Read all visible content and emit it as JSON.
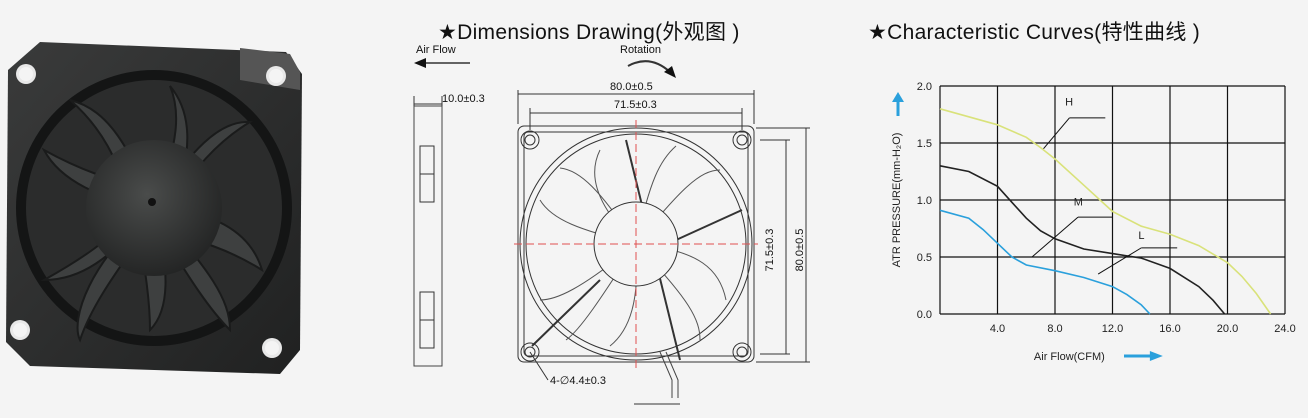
{
  "photo": {
    "alt_icon": "fan-photo"
  },
  "dimensions": {
    "heading": "★Dimensions Drawing(外观图 )",
    "air_flow_label": "Air Flow",
    "rotation_label": "Rotation",
    "thickness": "10.0±0.3",
    "outer_width": "80.0±0.5",
    "hole_spacing_width": "71.5±0.3",
    "hole_spacing_height": "71.5±0.3",
    "outer_height": "80.0±0.5",
    "hole_note": "4-∅4.4±0.3"
  },
  "curves": {
    "heading": "★Characteristic Curves(特性曲线 )"
  },
  "chart_data": {
    "type": "line",
    "xlabel": "Air Flow(CFM)",
    "ylabel": "ATR PRESSURE(mm-H₂O)",
    "xlim": [
      0,
      24
    ],
    "ylim": [
      0,
      2.0
    ],
    "x_ticks": [
      "4.0",
      "8.0",
      "12.0",
      "16.0",
      "20.0",
      "24.0"
    ],
    "y_ticks": [
      "0.0",
      "0.5",
      "1.0",
      "1.5",
      "2.0"
    ],
    "grid": true,
    "series": [
      {
        "name": "H",
        "color": "#d9e27a",
        "x": [
          0,
          2,
          4,
          6,
          7,
          8,
          10,
          12,
          14,
          16,
          18,
          20,
          21,
          22,
          23.0
        ],
        "y": [
          1.8,
          1.73,
          1.66,
          1.55,
          1.46,
          1.36,
          1.13,
          0.9,
          0.77,
          0.7,
          0.6,
          0.45,
          0.33,
          0.18,
          0.0
        ]
      },
      {
        "name": "M",
        "color": "#222222",
        "x": [
          0,
          2,
          4,
          5,
          6,
          7,
          8,
          10,
          12,
          14,
          16,
          18,
          19,
          19.8
        ],
        "y": [
          1.3,
          1.25,
          1.12,
          0.98,
          0.84,
          0.73,
          0.66,
          0.57,
          0.53,
          0.49,
          0.4,
          0.24,
          0.12,
          0.0
        ]
      },
      {
        "name": "L",
        "color": "#2aa0dc",
        "x": [
          0,
          2,
          3,
          4,
          5,
          6,
          8,
          10,
          12,
          13,
          14,
          14.6
        ],
        "y": [
          0.91,
          0.84,
          0.74,
          0.62,
          0.5,
          0.43,
          0.38,
          0.32,
          0.24,
          0.17,
          0.08,
          0.0
        ]
      }
    ]
  }
}
